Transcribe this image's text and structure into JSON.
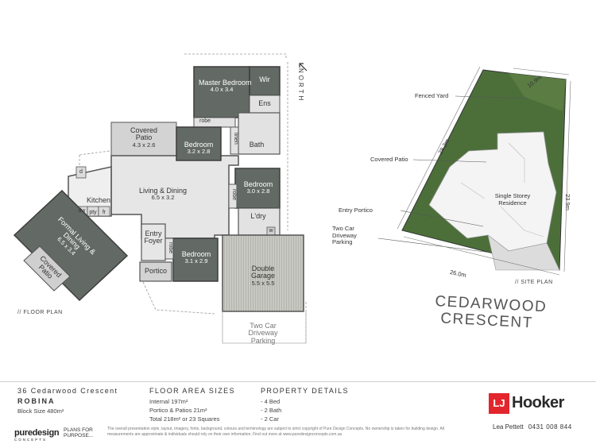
{
  "floor_plan": {
    "rooms": [
      {
        "id": "master",
        "name": "Master Bedroom",
        "dims": "4.0 x 3.4"
      },
      {
        "id": "wir",
        "name": "Wir",
        "dims": ""
      },
      {
        "id": "ens",
        "name": "Ens",
        "dims": ""
      },
      {
        "id": "robe1",
        "name": "robe",
        "dims": ""
      },
      {
        "id": "linen",
        "name": "linen",
        "dims": ""
      },
      {
        "id": "bath",
        "name": "Bath",
        "dims": ""
      },
      {
        "id": "covered_patio_top",
        "name": "Covered Patio",
        "dims": "4.3 x 2.6"
      },
      {
        "id": "bed2",
        "name": "Bedroom",
        "dims": "3.2 x 2.8"
      },
      {
        "id": "bed3",
        "name": "Bedroom",
        "dims": "3.0 x 2.8"
      },
      {
        "id": "robe2",
        "name": "robe",
        "dims": ""
      },
      {
        "id": "living_dining",
        "name": "Living & Dining",
        "dims": "6.5 x 3.2"
      },
      {
        "id": "kitchen",
        "name": "Kitchen",
        "dims": ""
      },
      {
        "id": "dw",
        "name": "dw",
        "dims": ""
      },
      {
        "id": "pty",
        "name": "pty",
        "dims": ""
      },
      {
        "id": "fr",
        "name": "fr",
        "dims": ""
      },
      {
        "id": "d",
        "name": "d",
        "dims": ""
      },
      {
        "id": "ldry",
        "name": "L'dry",
        "dims": ""
      },
      {
        "id": "w",
        "name": "w",
        "dims": ""
      },
      {
        "id": "formal",
        "name": "Formal Living & Dining",
        "dims": "6.5 x 3.4"
      },
      {
        "id": "covered_patio_left",
        "name": "Covered Patio",
        "dims": ""
      },
      {
        "id": "entry",
        "name": "Entry Foyer",
        "dims": ""
      },
      {
        "id": "robe3",
        "name": "robe",
        "dims": ""
      },
      {
        "id": "bed4",
        "name": "Bedroom",
        "dims": "3.1 x 2.9"
      },
      {
        "id": "portico",
        "name": "Portico",
        "dims": ""
      },
      {
        "id": "garage",
        "name": "Double Garage",
        "dims": "5.5 x 5.5"
      }
    ],
    "driveway": "Two Car Driveway Parking",
    "north": "NORTH",
    "caption": "// FLOOR PLAN"
  },
  "site_plan": {
    "labels": {
      "fenced_yard": "Fenced Yard",
      "covered_patio": "Covered Patio",
      "entry_portico": "Entry Portico",
      "driveway": "Two Car Driveway Parking",
      "residence": "Single Storey Residence"
    },
    "dimensions": [
      "10.9m",
      "28.2m",
      "23.9m",
      "26.0m"
    ],
    "caption": "// SITE PLAN",
    "street": [
      "CEDARWOOD",
      "CRESCENT"
    ]
  },
  "footer": {
    "address": "36 Cedarwood Crescent",
    "suburb": "ROBINA",
    "block_size": "Block Size  480m²",
    "floor_area": {
      "title": "FLOOR AREA SIZES",
      "internal": "Internal 197m²",
      "patios": "Portico & Patios 21m²",
      "total": "Total 218m² or 23 Squares"
    },
    "property_details": {
      "title": "PROPERTY DETAILS",
      "items": [
        "- 4 Bed",
        "- 2 Bath",
        "- 2 Car"
      ]
    },
    "disclaimer": "The overall presentation style, layout, imagery, fonts, background, colours and terminology are subject to strict copyright of Pure Design Concepts. No ownership is taken for building design. All measurements are approximate & individuals should rely on their own information. Find out more at www.puredesignconcepts.com.au",
    "brand_puredesign": "puredesign",
    "brand_puredesign_sub": "CONCEPTS",
    "brand_plans": [
      "PLANS FOR",
      "PURPOSE..."
    ],
    "agency_mark": "LJ",
    "agency_name": "Hooker",
    "agent_name": "Lea Pettett",
    "agent_phone": "0431 008 844"
  },
  "colors": {
    "wet_area": "#dcdcdc",
    "living": "#e4e4e4",
    "bedroom": "#636a66",
    "patio": "#cfcfcf",
    "garage": "#b9bab3",
    "grass": "#4c6f3a",
    "agency_red": "#e3252d"
  }
}
